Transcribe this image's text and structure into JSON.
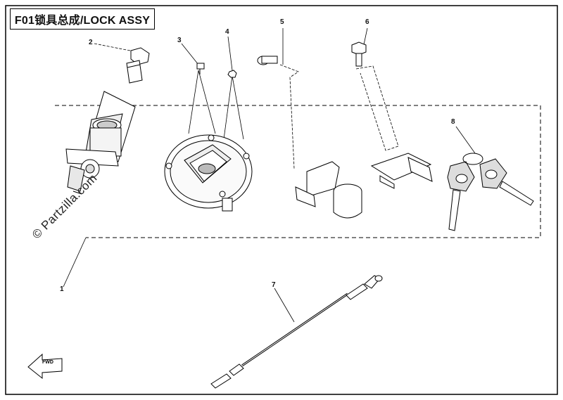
{
  "title": "F01锁具总成/LOCK ASSY",
  "watermark": "© Partzilla.com",
  "callouts": {
    "c1": "1",
    "c2": "2",
    "c3": "3",
    "c4": "4",
    "c5": "5",
    "c6": "6",
    "c7": "7",
    "c8": "8"
  },
  "fwd_label": "FWD"
}
